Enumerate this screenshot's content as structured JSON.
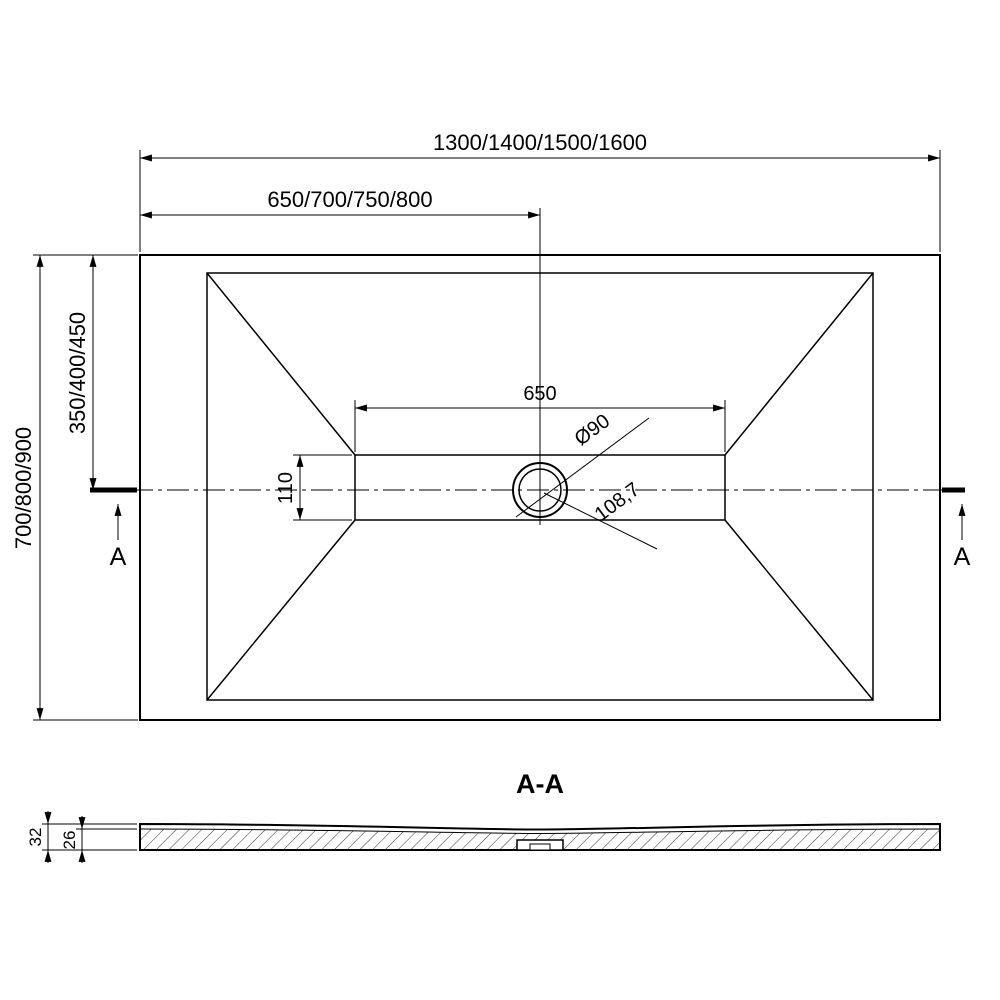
{
  "plan_view": {
    "dim_overall_width": "1300/1400/1500/1600",
    "dim_center_width": "650/700/750/800",
    "dim_overall_depth": "700/800/900",
    "dim_center_depth": "350/400/450",
    "dim_flat_width": "650",
    "dim_flat_depth": "110",
    "dim_drain_diameter": "Ø90",
    "dim_drain_leader": "108,7",
    "cut_marker_left": "A",
    "cut_marker_right": "A"
  },
  "section_view": {
    "title": "A-A",
    "dim_total_thickness": "32",
    "dim_center_thickness": "26"
  },
  "colors": {
    "line": "#000000",
    "background": "#ffffff"
  }
}
